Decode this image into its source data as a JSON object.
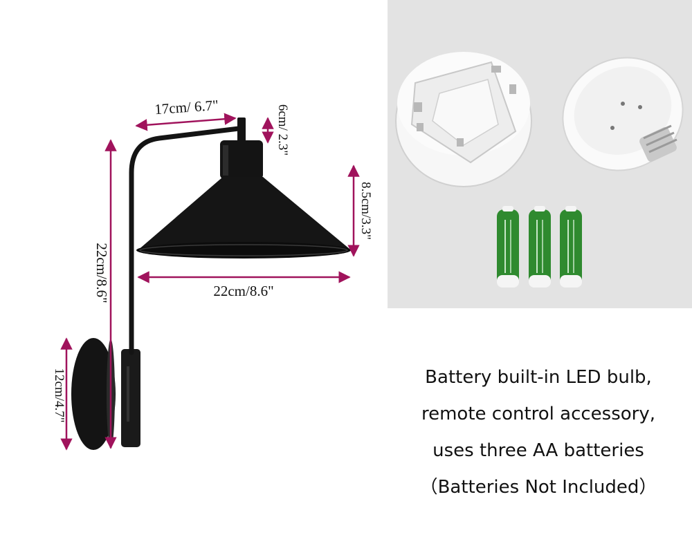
{
  "colors": {
    "dimension_line": "#a0135c",
    "lamp_metal": "#141414",
    "photo_background": "#e3e3e3",
    "battery_green": "#2f8a2f",
    "battery_white": "#f5f5f5",
    "caption_text": "#111111"
  },
  "dimensions": {
    "arm_length": "17cm/ 6.7\"",
    "cap_height": "6cm/ 2.3\"",
    "shade_height": "8.5cm/3.3\"",
    "shade_diameter": "22cm/8.6\"",
    "overall_height": "22cm/8.6\"",
    "base_diameter": "12cm/4.7\""
  },
  "caption": {
    "line1": "Battery built-in LED bulb,",
    "line2": "remote control accessory,",
    "line3": "uses three AA batteries",
    "line4": "（Batteries Not Included）"
  }
}
